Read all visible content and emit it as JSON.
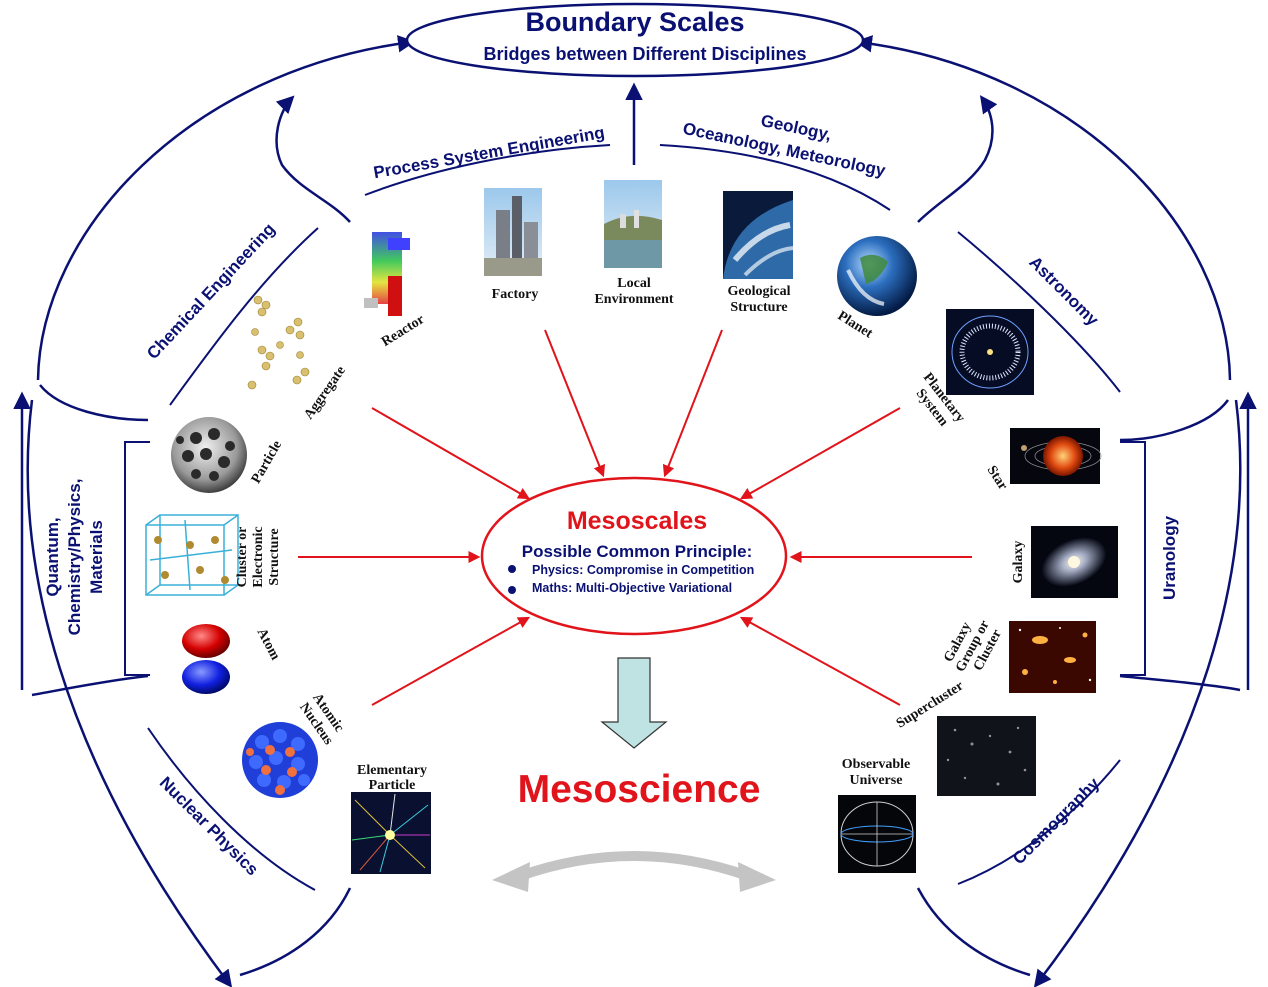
{
  "top": {
    "title": "Boundary Scales",
    "subtitle": "Bridges between Different Disciplines"
  },
  "center": {
    "title": "Mesoscales",
    "subtitle": "Possible Common Principle:",
    "bullets": [
      "Physics: Compromise in Competition",
      "Maths: Multi-Objective Variational"
    ]
  },
  "mesoscience": "Mesoscience",
  "disciplines": {
    "process_system_engineering": "Process System Engineering",
    "geology_line1": "Geology,",
    "geology_line2": "Oceanology, Meteorology",
    "chemical_engineering": "Chemical Engineering",
    "astronomy": "Astronomy",
    "quantum_line1": "Quantum,",
    "quantum_line2": "Chemistry/Physics,",
    "quantum_line3": "Materials",
    "uranology": "Uranology",
    "nuclear_physics": "Nuclear Physics",
    "cosmography": "Cosmography"
  },
  "scales": {
    "reactor": "Reactor",
    "factory": "Factory",
    "local_env_line1": "Local",
    "local_env_line2": "Environment",
    "geo_struct_line1": "Geological",
    "geo_struct_line2": "Structure",
    "planet": "Planet",
    "aggregate": "Aggregate",
    "particle": "Particle",
    "cluster_line1": "Cluster or",
    "cluster_line2": "Electronic",
    "cluster_line3": "Structure",
    "atom": "Atom",
    "nucleus_line1": "Atomic",
    "nucleus_line2": "Nucleus",
    "elementary_line1": "Elementary",
    "elementary_line2": "Particle",
    "planetary_line1": "Planetary",
    "planetary_line2": "System",
    "star": "Star",
    "galaxy": "Galaxy",
    "group_line1": "Galaxy",
    "group_line2": "Group or",
    "group_line3": "Cluster",
    "supercluster": "Supercluster",
    "observable_line1": "Observable",
    "observable_line2": "Universe"
  },
  "colors": {
    "navy": "#0a1172",
    "red": "#e0141a",
    "arrow_fill": "#bfe3e3",
    "double_arrow": "#c4c4c4"
  }
}
